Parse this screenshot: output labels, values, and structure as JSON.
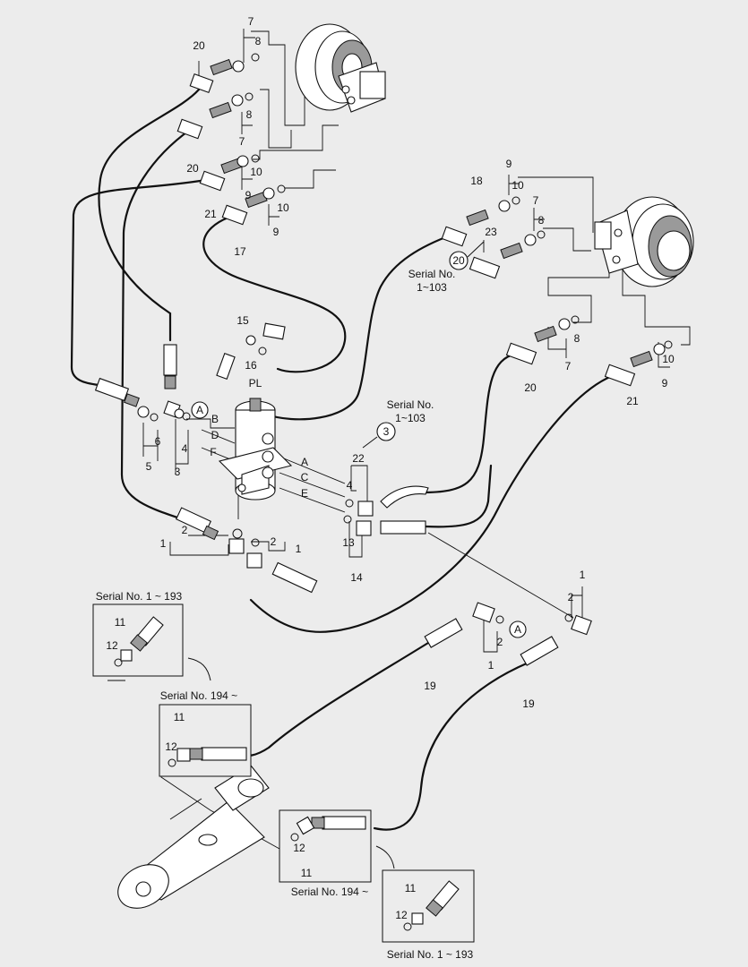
{
  "serial_labels": {
    "s1": "Serial No.",
    "s1b": "1~103",
    "s2": "Serial No.",
    "s2b": "1~103",
    "box1": "Serial No. 1 ~ 193",
    "box2": "Serial No. 194 ~",
    "box3": "Serial No. 194 ~",
    "box4": "Serial No. 1 ~ 193"
  },
  "port_labels": {
    "PL": "PL",
    "A_left": "A",
    "B": "B",
    "D": "D",
    "F": "F",
    "A_right": "A",
    "C": "C",
    "E": "E",
    "A_lower": "A"
  },
  "callouts": {
    "c20": "20",
    "c3": "3"
  },
  "numbers": {
    "n20a": "20",
    "n7a": "7",
    "n8a": "8",
    "n8b": "8",
    "n7b": "7",
    "n20b": "20",
    "n10a": "10",
    "n9a": "9",
    "n21a": "21",
    "n10b": "10",
    "n9b": "9",
    "n17": "17",
    "n9c": "9",
    "n10c": "10",
    "n18": "18",
    "n7c": "7",
    "n8c": "8",
    "n23": "23",
    "n15": "15",
    "n16": "16",
    "n8d": "8",
    "n7d": "7",
    "n20c": "20",
    "n10d": "10",
    "n9d": "9",
    "n21b": "21",
    "n6": "6",
    "n4a": "4",
    "n5": "5",
    "n3": "3",
    "n22": "22",
    "n4b": "4",
    "n13": "13",
    "n14": "14",
    "n1a": "1",
    "n2a": "2",
    "n2b": "2",
    "n1b": "1",
    "n1c": "1",
    "n2c": "2",
    "n2d": "2",
    "n1d": "1",
    "n19a": "19",
    "n19b": "19",
    "n11a": "11",
    "n12a": "12",
    "n11b": "11",
    "n12b": "12",
    "n12c": "12",
    "n11c": "11",
    "n11d": "11",
    "n12d": "12"
  }
}
